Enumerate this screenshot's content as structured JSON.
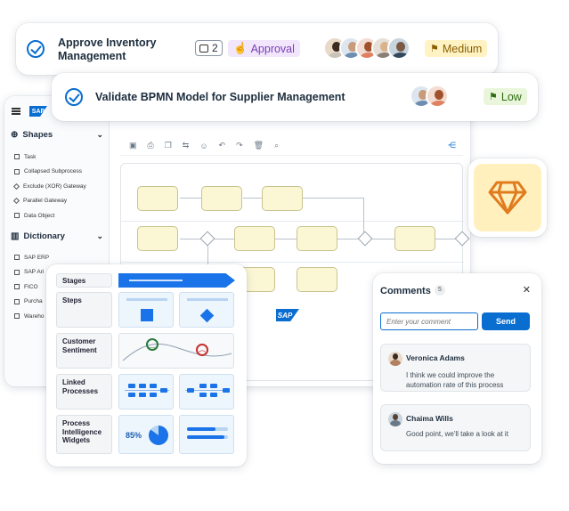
{
  "tasks": [
    {
      "title": "Approve Inventory Management",
      "comment_count": "2",
      "category": "Approval",
      "priority": "Medium",
      "accent_color": "#0a6ed1"
    },
    {
      "title": "Validate BPMN Model for Supplier Management",
      "priority": "Low",
      "accent_color": "#0a6ed1"
    }
  ],
  "editor": {
    "brand": "SAP",
    "sections": [
      {
        "title": "Shapes",
        "items": [
          "Task",
          "Collapsed Subprocess",
          "Exclude (XOR) Gateway",
          "Parallel Gateway",
          "Data Object"
        ]
      },
      {
        "title": "Dictionary",
        "items": [
          "SAP ERP",
          "SAP Ari",
          "FICO",
          "Purcha",
          "Wareho"
        ]
      }
    ],
    "toolbar_icons": [
      "save-icon",
      "print-icon",
      "copy-icon",
      "connect-icon",
      "user-icon",
      "undo-icon",
      "redo-icon",
      "delete-icon",
      "search-icon",
      "share-icon"
    ],
    "canvas_logo": "SAP"
  },
  "features": {
    "rows": [
      {
        "label": "Stages"
      },
      {
        "label": "Steps"
      },
      {
        "label": "Customer Sentiment"
      },
      {
        "label": "Linked Processes"
      },
      {
        "label": "Process Intelligence Widgets",
        "metric": "85%"
      }
    ],
    "sentiment_icons": [
      "happy-face-icon",
      "sad-face-icon"
    ],
    "widget_progress": 0.85
  },
  "gem_icon": "diamond-icon",
  "comments": {
    "title": "Comments",
    "count": "5",
    "input_placeholder": "Enter your comment",
    "send_label": "Send",
    "items": [
      {
        "author": "Veronica Adams",
        "text": "I think we could improve the automation rate of this process"
      },
      {
        "author": "Chaima Wills",
        "text": "Good point, we'll take a look at it"
      }
    ]
  },
  "colors": {
    "brand_blue": "#0a6ed1",
    "approval_bg": "#f1e6fb",
    "medium_bg": "#fff3c4",
    "low_bg": "#eaf6dc",
    "task_fill": "#fbf7d4",
    "gem": "#e07b1e"
  }
}
